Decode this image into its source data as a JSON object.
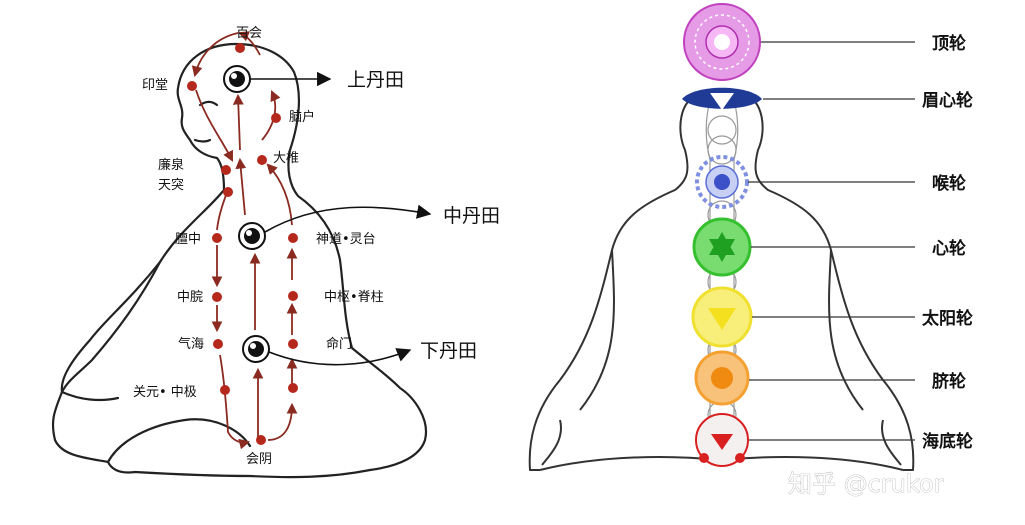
{
  "left_diagram": {
    "dantian": [
      {
        "label": "上丹田"
      },
      {
        "label": "中丹田"
      },
      {
        "label": "下丹田"
      }
    ],
    "acupoints": {
      "baihui": "百会",
      "yintang": "印堂",
      "naohu": "脑户",
      "dazhui": "大椎",
      "lianquan": "廉泉",
      "tiantu": "天突",
      "danzhong": "膻中",
      "shendao_lingtai": "神道•灵台",
      "zhongwan": "中脘",
      "zhongshu_jizhu": "中枢•脊柱",
      "qihai": "气海",
      "mingmen": "命门",
      "guanyuan_zhongji": "关元• 中极",
      "huiyin": "会阴"
    },
    "colors": {
      "point": "#b5281c",
      "arrow": "#8a2a20",
      "outline": "#222222"
    }
  },
  "right_diagram": {
    "chakras": [
      {
        "label": "顶轮",
        "color": "#d65ad6"
      },
      {
        "label": "眉心轮",
        "color": "#1f3b96"
      },
      {
        "label": "喉轮",
        "color": "#5a6fd8"
      },
      {
        "label": "心轮",
        "color": "#35c02f"
      },
      {
        "label": "太阳轮",
        "color": "#f0e030"
      },
      {
        "label": "脐轮",
        "color": "#f5a132"
      },
      {
        "label": "海底轮",
        "color": "#d92020"
      }
    ],
    "watermark": "知乎 @crukor"
  }
}
